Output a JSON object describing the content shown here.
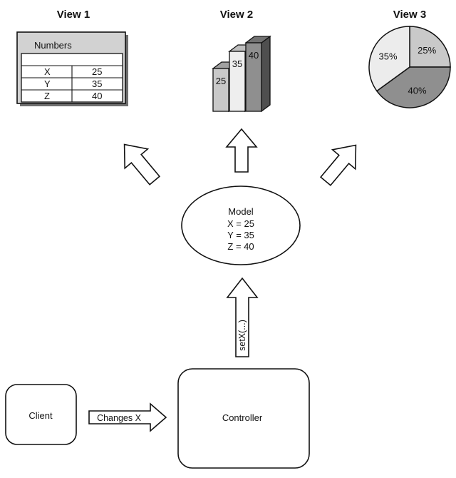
{
  "views": {
    "view1": {
      "title": "View 1",
      "table_header": "Numbers",
      "rows": [
        {
          "label": "X",
          "value": "25"
        },
        {
          "label": "Y",
          "value": "35"
        },
        {
          "label": "Z",
          "value": "40"
        }
      ]
    },
    "view2": {
      "title": "View 2",
      "bars": [
        {
          "label": "25",
          "value": 25,
          "color": "#c9c9c9"
        },
        {
          "label": "35",
          "value": 35,
          "color": "#eeeeee"
        },
        {
          "label": "40",
          "value": 40,
          "color": "#8f8f8f"
        }
      ]
    },
    "view3": {
      "title": "View 3",
      "slices": [
        {
          "label": "25%",
          "value": 25,
          "color": "#c9c9c9"
        },
        {
          "label": "40%",
          "value": 40,
          "color": "#8f8f8f"
        },
        {
          "label": "35%",
          "value": 35,
          "color": "#ececec"
        }
      ]
    }
  },
  "model": {
    "title": "Model",
    "line_x": "X = 25",
    "line_y": "Y = 35",
    "line_z": "Z = 40"
  },
  "client": {
    "label": "Client"
  },
  "controller": {
    "label": "Controller"
  },
  "arrows": {
    "changes": "Changes X",
    "setx": "setX(...)"
  }
}
